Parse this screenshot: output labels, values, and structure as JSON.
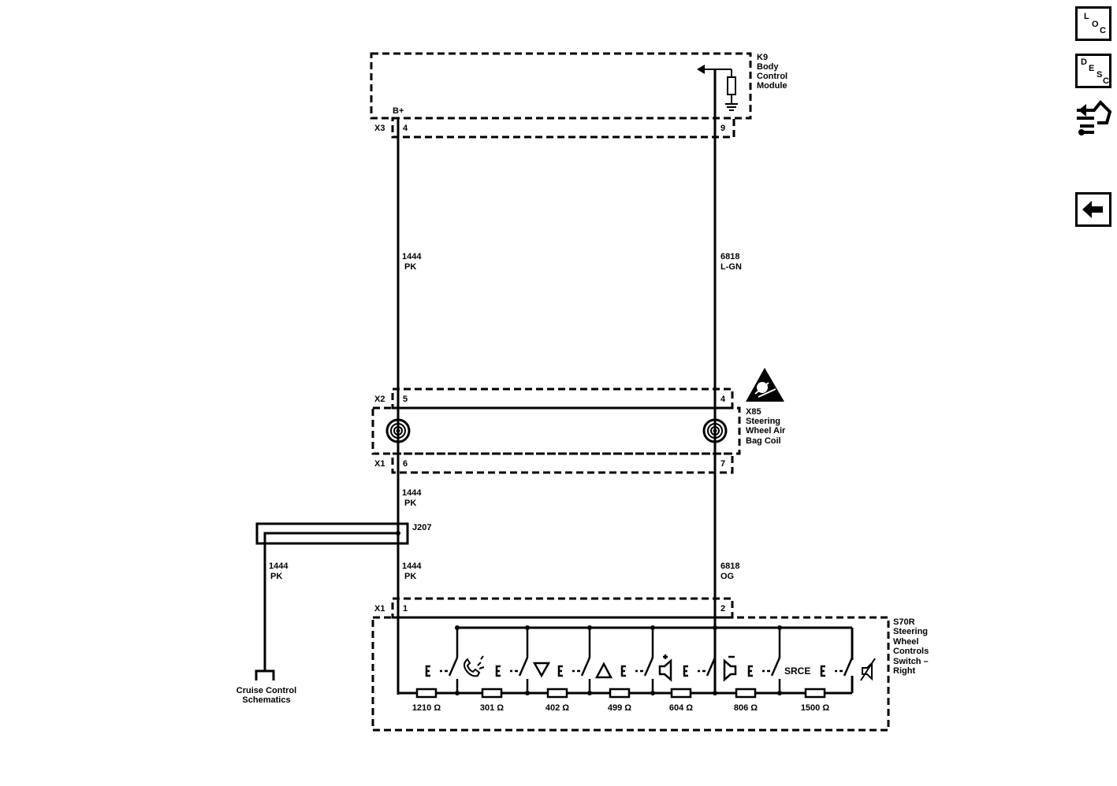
{
  "nav": {
    "loc": {
      "big": "L",
      "mid": "O",
      "sub": "C"
    },
    "desc": {
      "big": "D",
      "mid": "E",
      "s1": "S",
      "s2": "C"
    },
    "connector_icon": "connector-icon",
    "back_icon": "left-arrow-icon"
  },
  "bcm": {
    "label_1": "K9",
    "label_2": "Body",
    "label_3": "Control",
    "label_4": "Module",
    "bplus": "B+",
    "connector": "X3",
    "pin_left": "4",
    "pin_right": "9"
  },
  "wires": {
    "left_top_circuit": "1444",
    "left_top_color": "PK",
    "right_top_circuit": "6818",
    "right_top_color": "L-GN",
    "left_mid_circuit": "1444",
    "left_mid_color": "PK",
    "left_low_circuit": "1444",
    "left_low_color": "PK",
    "branch_circuit": "1444",
    "branch_color": "PK",
    "right_low_circuit": "6818",
    "right_low_color": "OG"
  },
  "coil": {
    "x2": "X2",
    "x2_pin_left": "5",
    "x2_pin_right": "4",
    "x1": "X1",
    "x1_pin_left": "6",
    "x1_pin_right": "7",
    "label_1": "X85",
    "label_2": "Steering",
    "label_3": "Wheel Air",
    "label_4": "Bag Coil"
  },
  "splice": {
    "label": "J207"
  },
  "cruise": {
    "line1": "Cruise Control",
    "line2": "Schematics"
  },
  "switch": {
    "connector": "X1",
    "pin_left": "1",
    "pin_right": "2",
    "label_1": "S70R",
    "label_2": "Steering",
    "label_3": "Wheel",
    "label_4": "Controls",
    "label_5": "Switch –",
    "label_6": "Right",
    "srce": "SRCE",
    "resistors": [
      "1210 Ω",
      "301 Ω",
      "402 Ω",
      "499 Ω",
      "604 Ω",
      "806 Ω",
      "1500 Ω"
    ],
    "switch_icons": [
      "phone-voice-icon",
      "down-triangle-icon",
      "up-triangle-icon",
      "volume-up-icon",
      "volume-down-icon",
      "source-text",
      "mute-icon"
    ]
  },
  "colors": {
    "line": "#000000",
    "background": "#ffffff"
  }
}
